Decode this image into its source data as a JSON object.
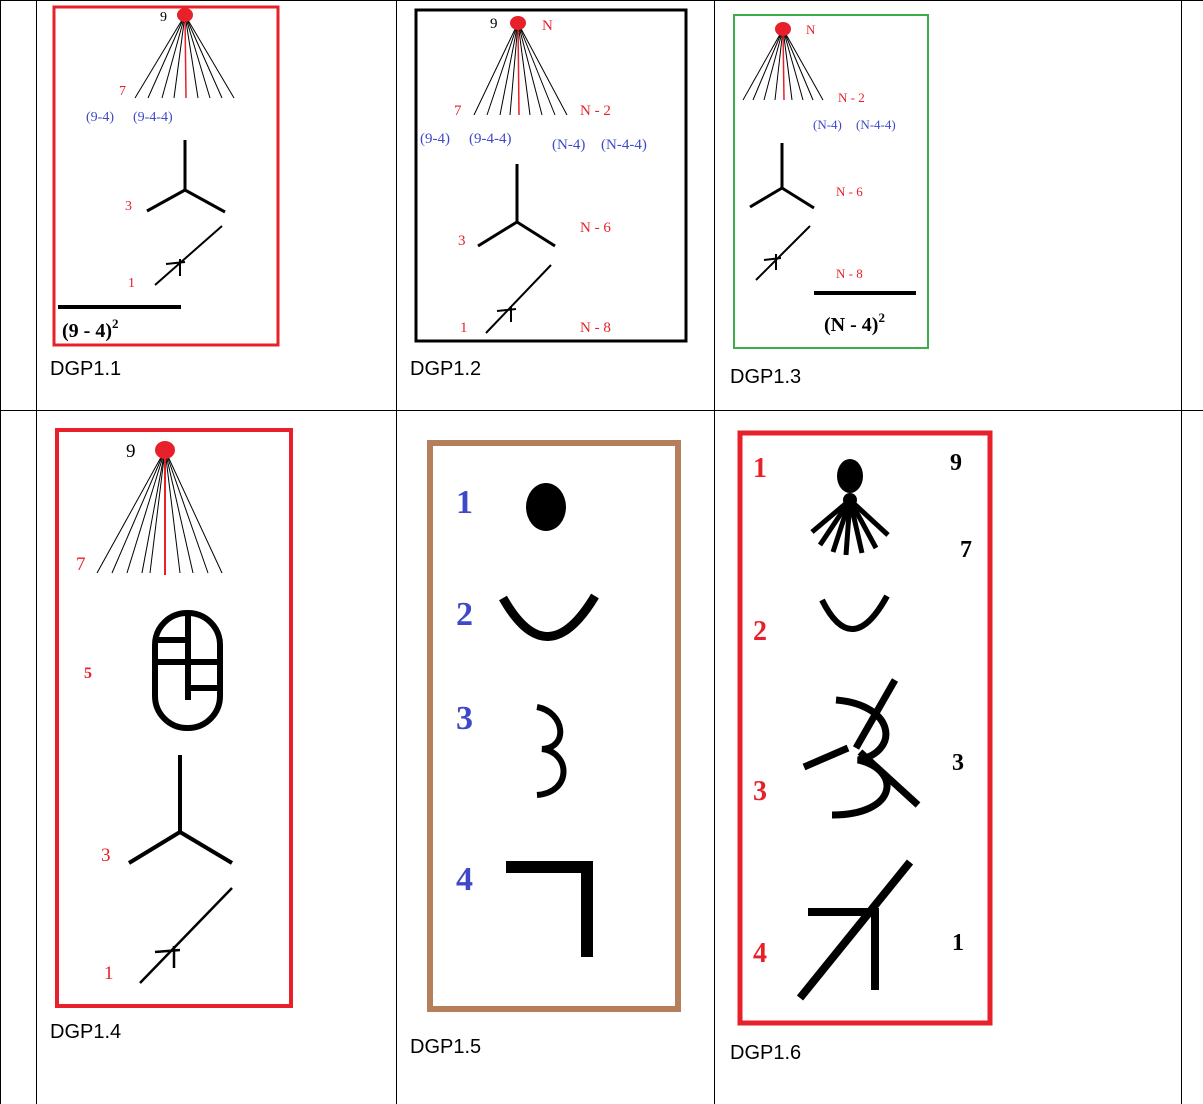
{
  "captions": [
    "DGP1.1",
    "DGP1.2",
    "DGP1.3",
    "DGP1.4",
    "DGP1.5",
    "DGP1.6"
  ],
  "fig1": {
    "top": "9",
    "left": "7",
    "blue1": "(9-4)",
    "blue2": "(9-4-4)",
    "three": "3",
    "one": "1",
    "formula": "(9 - 4)",
    "sup": "2"
  },
  "fig2": {
    "top": "9",
    "n": "N",
    "left": "7",
    "right": "N - 2",
    "blue1": "(9-4)",
    "blue2": "(9-4-4)",
    "blue3": "(N-4)",
    "blue4": "(N-4-4)",
    "three": "3",
    "n6": "N - 6",
    "one": "1",
    "n8": "N - 8"
  },
  "fig3": {
    "n": "N",
    "n2": "N - 2",
    "blue1": "(N-4)",
    "blue2": "(N-4-4)",
    "n6": "N - 6",
    "n8": "N - 8",
    "formula": "(N - 4)",
    "sup": "2"
  },
  "fig4": {
    "top": "9",
    "seven": "7",
    "five": "5",
    "three": "3",
    "one": "1"
  },
  "fig5": {
    "l1": "1",
    "l2": "2",
    "l3": "3",
    "l4": "4"
  },
  "fig6": {
    "r1": "1",
    "r2": "2",
    "r3": "3",
    "r4": "4",
    "n9": "9",
    "n7": "7",
    "n3": "3",
    "n1": "1"
  },
  "colors": {
    "red": "#e8202a",
    "blue": "#3f49c8",
    "green": "#3aae4a",
    "brown": "#b57f5c",
    "black": "#000000"
  }
}
